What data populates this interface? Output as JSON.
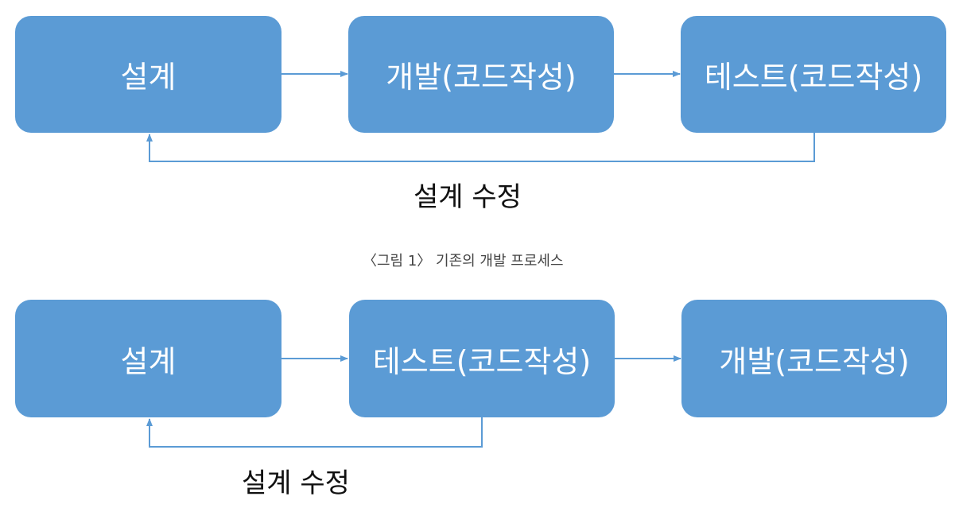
{
  "diagram1": {
    "box1": "설계",
    "box2": "개발(코드작성)",
    "box3": "테스트(코드작성)",
    "feedback_label": "설계 수정"
  },
  "caption": "〈그림 1〉 기존의 개발 프로세스",
  "diagram2": {
    "box1": "설계",
    "box2": "테스트(코드작성)",
    "box3": "개발(코드작성)",
    "feedback_label": "설계 수정"
  },
  "colors": {
    "box_fill": "#5b9bd5",
    "connector": "#5b9bd5",
    "box_text": "#ffffff"
  }
}
